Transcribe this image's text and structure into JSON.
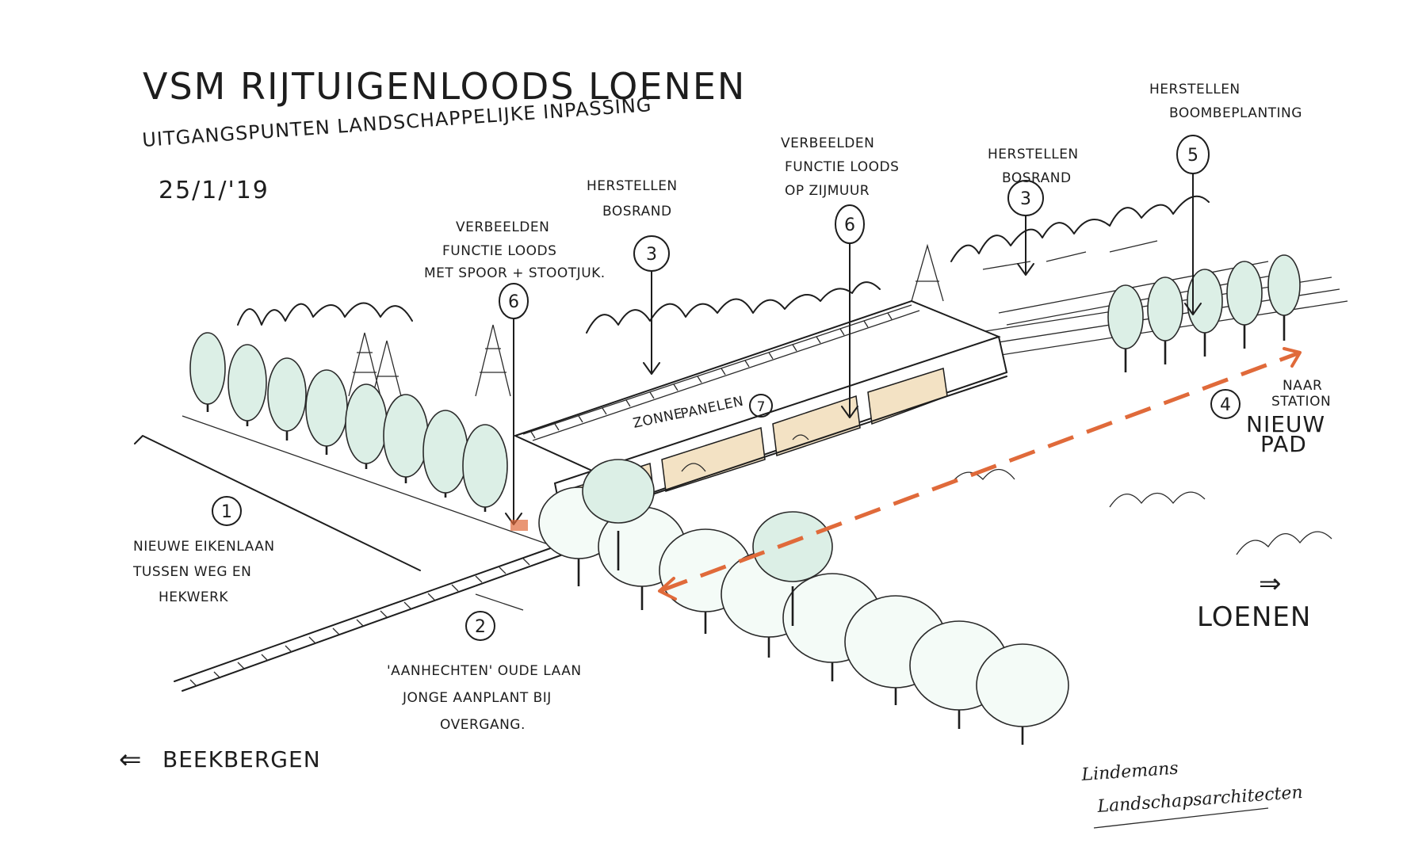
{
  "title": "VSM RIJTUIGENLOODS LOENEN",
  "subtitle": "UITGANGSPUNTEN LANDSCHAPPELIJKE INPASSING",
  "date": "25/1/'19",
  "annotations": {
    "a1": {
      "number": "1",
      "lines": [
        "NIEUWE EIKENLAAN",
        "TUSSEN WEG EN",
        "HEKWERK"
      ]
    },
    "a2": {
      "number": "2",
      "lines": [
        "'AANHECHTEN' OUDE LAAN",
        "JONGE AANPLANT BIJ",
        "OVERGANG."
      ]
    },
    "a3_left": {
      "number": "3",
      "lines": [
        "HERSTELLEN",
        "BOSRAND"
      ]
    },
    "a3_right": {
      "number": "3",
      "lines": [
        "HERSTELLEN",
        "BOSRAND"
      ]
    },
    "a4": {
      "number": "4",
      "lines": [
        "NIEUW",
        "PAD"
      ],
      "extra": [
        "NAAR",
        "STATION"
      ]
    },
    "a5": {
      "number": "5",
      "lines": [
        "HERSTELLEN",
        "BOOMBEPLANTING"
      ]
    },
    "a6_left": {
      "number": "6",
      "lines": [
        "VERBEELDEN",
        "FUNCTIE LOODS",
        "MET SPOOR + STOOTJUK."
      ]
    },
    "a6_right": {
      "number": "6",
      "lines": [
        "VERBEELDEN",
        "FUNCTIE LOODS",
        "OP ZIJMUUR"
      ]
    },
    "a7": {
      "number": "7",
      "lines": [
        "ZONNE",
        "PANELEN"
      ]
    }
  },
  "directions": {
    "right": "LOENEN",
    "left": "BEEKBERGEN",
    "right_arrow": "⇒",
    "left_arrow": "⇐"
  },
  "signature": [
    "Lindemans",
    "Landschapsarchitecten"
  ],
  "colors": {
    "ink": "#1d1d1d",
    "tree_fill": "#dcefe6",
    "path_orange": "#e06a3a",
    "facade": "#f3e2c4"
  }
}
